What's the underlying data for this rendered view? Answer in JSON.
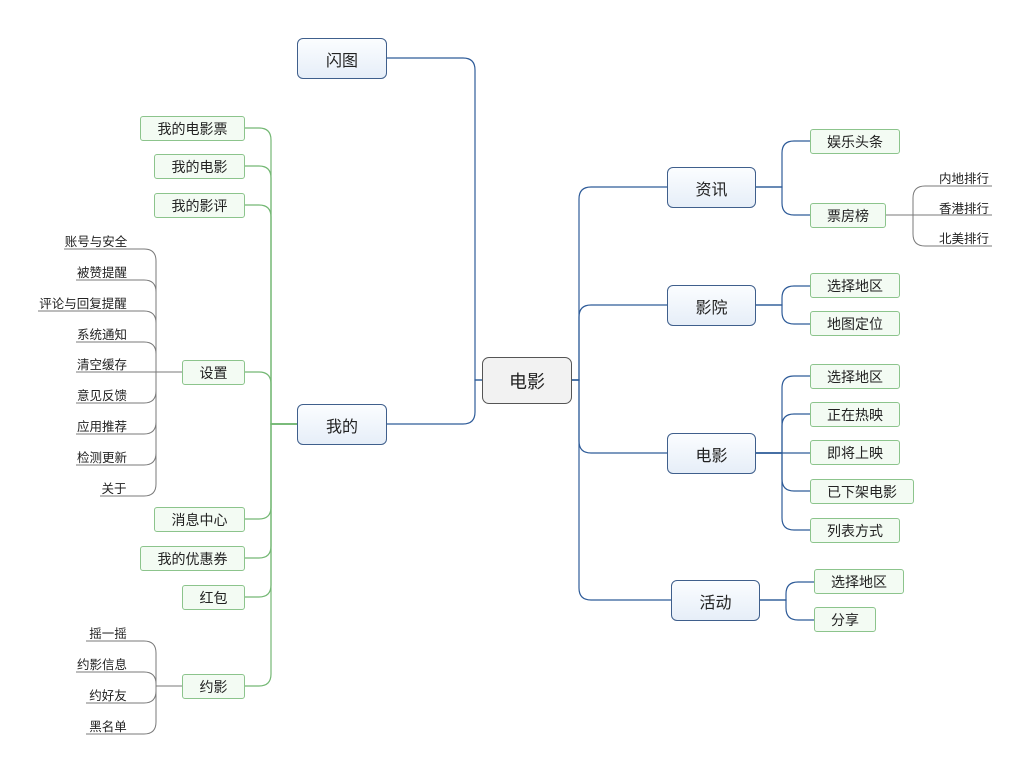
{
  "central": "电影",
  "main_branches": {
    "shantu": "闪图",
    "wode": "我的",
    "zixun": "资讯",
    "yingyuan": "影院",
    "dianying": "电影",
    "huodong": "活动"
  },
  "wode_children": {
    "tickets": "我的电影票",
    "movies": "我的电影",
    "reviews": "我的影评",
    "settings": "设置",
    "messages": "消息中心",
    "coupons": "我的优惠券",
    "redpacket": "红包",
    "yueying": "约影"
  },
  "settings_children": [
    "账号与安全",
    "被赞提醒",
    "评论与回复提醒",
    "系统通知",
    "清空缓存",
    "意见反馈",
    "应用推荐",
    "检测更新",
    "关于"
  ],
  "yueying_children": [
    "摇一摇",
    "约影信息",
    "约好友",
    "黑名单"
  ],
  "zixun_children": {
    "entertainment": "娱乐头条",
    "boxoffice": "票房榜"
  },
  "boxoffice_children": [
    "内地排行",
    "香港排行",
    "北美排行"
  ],
  "yingyuan_children": [
    "选择地区",
    "地图定位"
  ],
  "dianying_children": [
    "选择地区",
    "正在热映",
    "即将上映",
    "已下架电影",
    "列表方式"
  ],
  "huodong_children": [
    "选择地区",
    "分享"
  ],
  "colors": {
    "blue_line": "#2f5c99",
    "green_line": "#74b874",
    "gray_line": "#7a7a7a"
  }
}
